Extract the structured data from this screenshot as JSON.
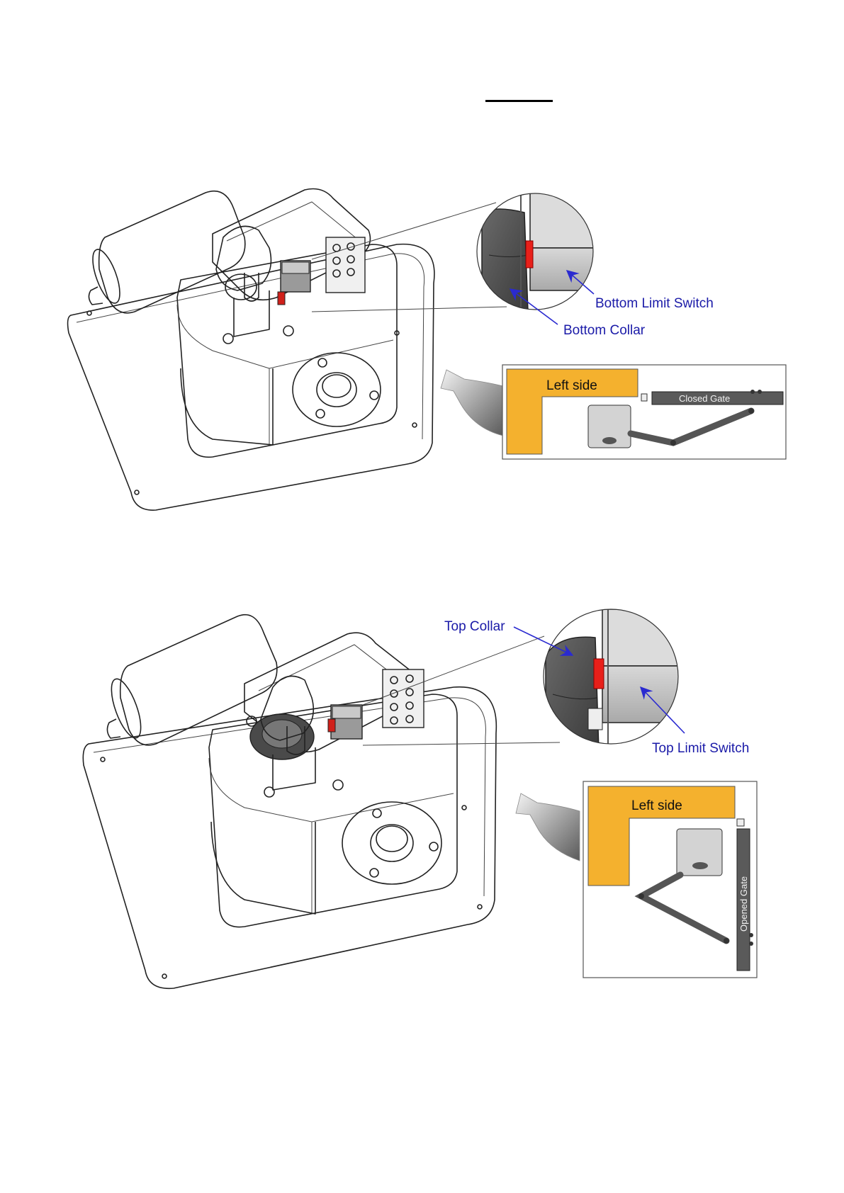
{
  "figures": [
    {
      "id": "closed",
      "callouts": {
        "collar": "Bottom Collar",
        "switch": "Bottom Limit Switch"
      },
      "inset": {
        "side_label": "Left side",
        "gate_label": "Closed Gate"
      }
    },
    {
      "id": "opened",
      "callouts": {
        "collar": "Top Collar",
        "switch": "Top Limit Switch"
      },
      "inset": {
        "side_label": "Left side",
        "gate_label": "Opened Gate"
      }
    }
  ],
  "colors": {
    "callout_text": "#1a1aa8",
    "side_block": "#f4b12e",
    "switch_highlight": "#e8201a",
    "gate_bar": "#5a5a5a"
  },
  "icons": [
    "motor-unit-drawing",
    "detail-magnifier",
    "curved-arrow-icon",
    "gate-position-inset"
  ]
}
